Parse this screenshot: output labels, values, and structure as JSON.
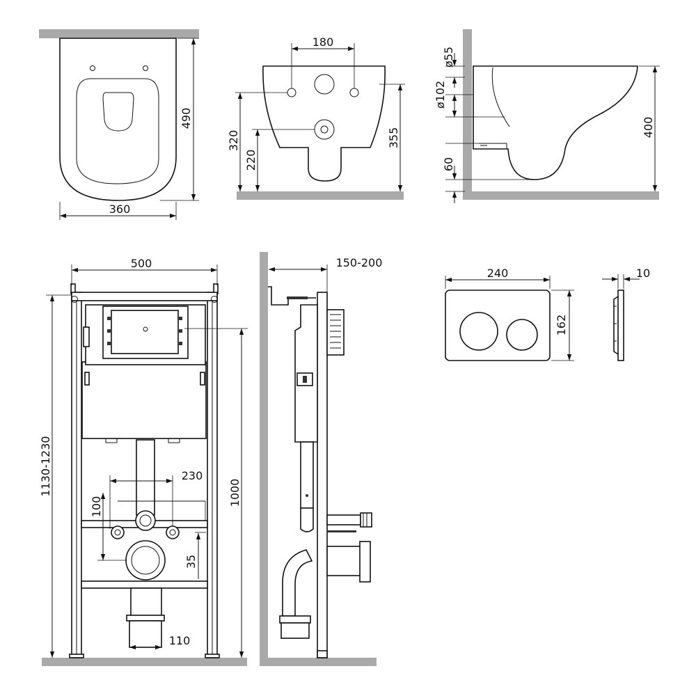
{
  "drawing": {
    "palette": {
      "line": "#111111",
      "wall": "#a9a9a9",
      "background": "#ffffff"
    },
    "bowl_top_view": {
      "width": "360",
      "depth": "490"
    },
    "bowl_rear_view": {
      "bolt_spacing": "180",
      "height_upper": "355",
      "height_mid": "320",
      "height_lower": "220"
    },
    "bowl_side_view": {
      "diam_small": "ø55",
      "diam_large": "ø102",
      "height": "400",
      "bottom": "60"
    },
    "frame_front_view": {
      "width": "500",
      "height_range": "1130-1230",
      "height": "1000",
      "bolt_spacing": "230",
      "offset_vertical": "100",
      "offset_small": "35",
      "drain_width": "110"
    },
    "frame_side_view": {
      "depth_range": "150-200"
    },
    "flush_plate_front": {
      "width": "240",
      "height": "162"
    },
    "flush_plate_side": {
      "thickness": "10"
    }
  }
}
